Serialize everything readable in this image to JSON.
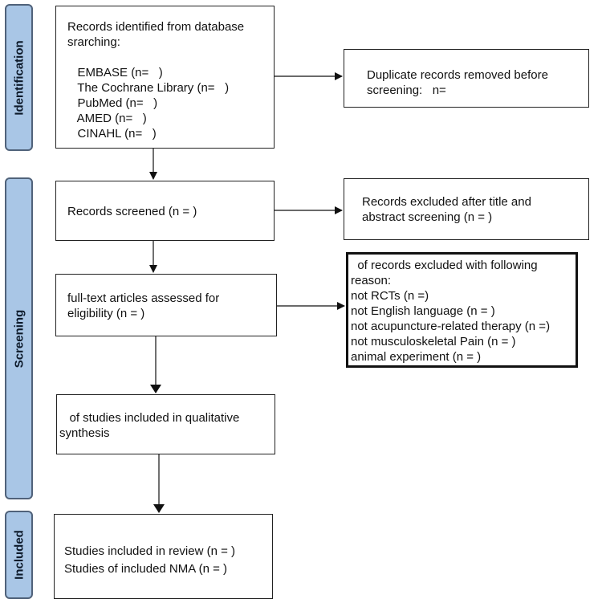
{
  "phases": [
    {
      "id": "identification",
      "label": "Identification"
    },
    {
      "id": "screening",
      "label": "Screening"
    },
    {
      "id": "included",
      "label": "Included"
    }
  ],
  "boxes": {
    "records_identified": {
      "lines": [
        "Records identified from database",
        "srarching:",
        "",
        "   EMBASE (n=   )",
        "   The Cochrane Library (n=   )",
        "   PubMed (n=   )",
        "   AMED (n=   )",
        "   CINAHL (n=   )"
      ]
    },
    "duplicates_removed": {
      "lines": [
        "Duplicate records removed before",
        "screening:   n="
      ]
    },
    "records_screened": {
      "lines": [
        "Records screened (n = )"
      ]
    },
    "records_excluded": {
      "lines": [
        "Records excluded after title and",
        "abstract screening (n = )"
      ]
    },
    "fulltext_assessed": {
      "lines": [
        "full-text articles assessed for",
        "eligibility (n = )"
      ]
    },
    "fulltext_excluded": {
      "lines": [
        "  of records excluded with following",
        "reason:",
        "not RCTs (n =)",
        "not English language (n = )",
        "not acupuncture-related therapy (n =)",
        "not musculoskeletal Pain (n = )",
        "animal experiment (n = )"
      ]
    },
    "qualitative_synthesis": {
      "lines": [
        "   of studies included in qualitative",
        "synthesis"
      ]
    },
    "included_review": {
      "lines": [
        "Studies included in review (n = )",
        "Studies of included NMA (n = )"
      ]
    }
  }
}
